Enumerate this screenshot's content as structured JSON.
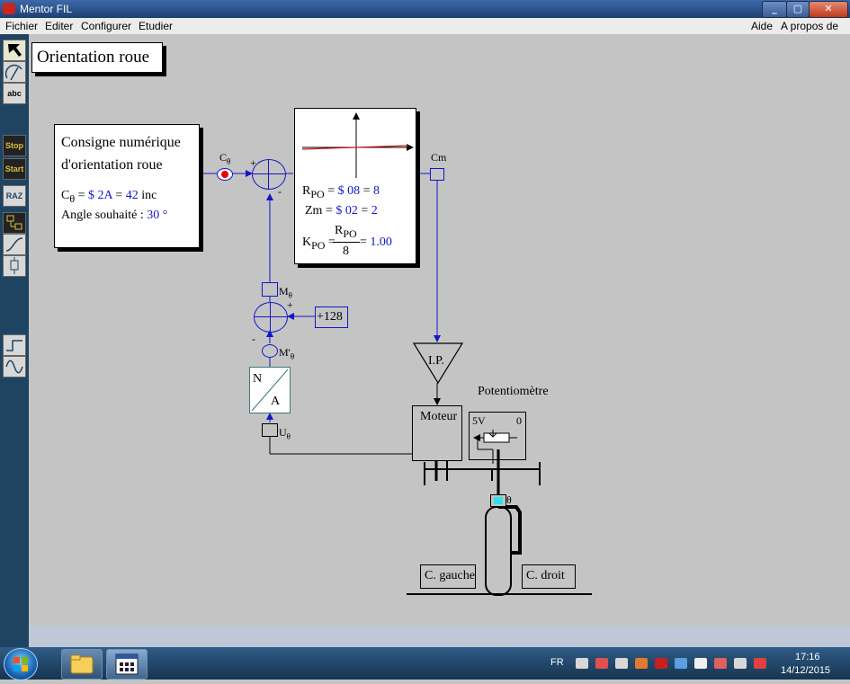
{
  "window": {
    "title": "Mentor FIL",
    "minimize": "_",
    "maximize": "▢",
    "close": "✕"
  },
  "menu": {
    "left": [
      "Fichier",
      "Editer",
      "Configurer",
      "Etudier"
    ],
    "aide": "Aide",
    "apropos": "A propos de ..."
  },
  "toolbar": {
    "abc": "abc",
    "stop": "Stop",
    "start": "Start",
    "raz": "RAZ"
  },
  "diagram": {
    "title": "Orientation roue",
    "consigne_line1": "Consigne numérique",
    "consigne_line2": "d'orientation roue",
    "c_label": "C",
    "theta": "θ",
    "c_eq": " = ",
    "c_hex": "$ 2A",
    "c_eq2": " = ",
    "c_inc": "42",
    "c_unit": " inc",
    "angle_label": "Angle souhaité : ",
    "angle_value": "30 °",
    "plus": "+",
    "minus": "-",
    "rpo_label": "R",
    "po": "PO",
    "rpo_eq": " = ",
    "rpo_hex": "$ 08",
    "rpo_eq2": " = ",
    "rpo_val": "8",
    "zm_label": "Zm",
    "zm_eq": " = ",
    "zm_hex": "$ 02",
    "zm_eq2": " = ",
    "zm_val": "2",
    "kpo_label": "K",
    "kpo_eq": " = ",
    "frac_num_r": "R",
    "frac_den": "8",
    "kpo_eq2": " = ",
    "kpo_val": "1.00",
    "cm": "Cm",
    "m_label": "M",
    "mprime_label": "M'",
    "offset": "+128",
    "na_n": "N",
    "na_a": "A",
    "u_label": "U",
    "ip": "I.P.",
    "moteur": "Moteur",
    "potentiometre": "Potentiomètre",
    "pot_5v": "5V",
    "pot_0": "0",
    "gauche": "C. gauche",
    "droit": "C. droit"
  },
  "tray": {
    "lang": "FR",
    "time": "17:16",
    "date": "14/12/2015"
  }
}
